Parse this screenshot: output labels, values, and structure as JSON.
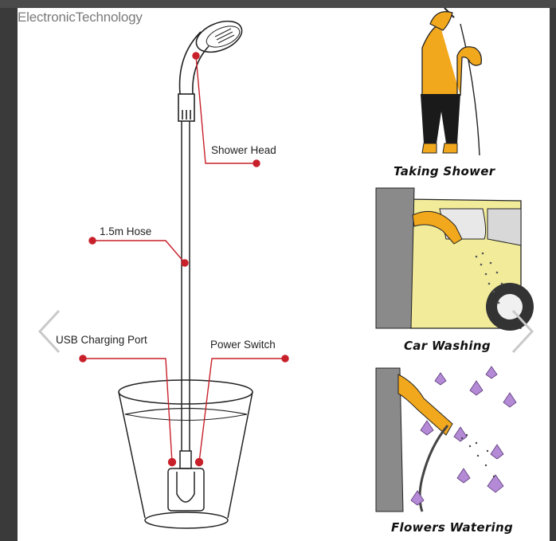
{
  "watermark": "ElectronicTechnology",
  "diagram": {
    "labels": {
      "shower_head": "Shower Head",
      "hose": "1.5m Hose",
      "usb_port": "USB Charging Port",
      "power_switch": "Power Switch"
    },
    "callout_color": "#c8202a"
  },
  "uses": [
    {
      "caption": "Taking Shower",
      "icon": "man-showering-illustration"
    },
    {
      "caption": "Car Washing",
      "icon": "car-washing-illustration"
    },
    {
      "caption": "Flowers Watering",
      "icon": "flowers-watering-illustration"
    }
  ],
  "navigation": {
    "prev_icon": "chevron-left-icon",
    "next_icon": "chevron-right-icon"
  },
  "colors": {
    "skin": "#f2a81d",
    "car": "#f2ec9a",
    "flower": "#b48ad6",
    "sleeve": "#8a8a8a"
  }
}
